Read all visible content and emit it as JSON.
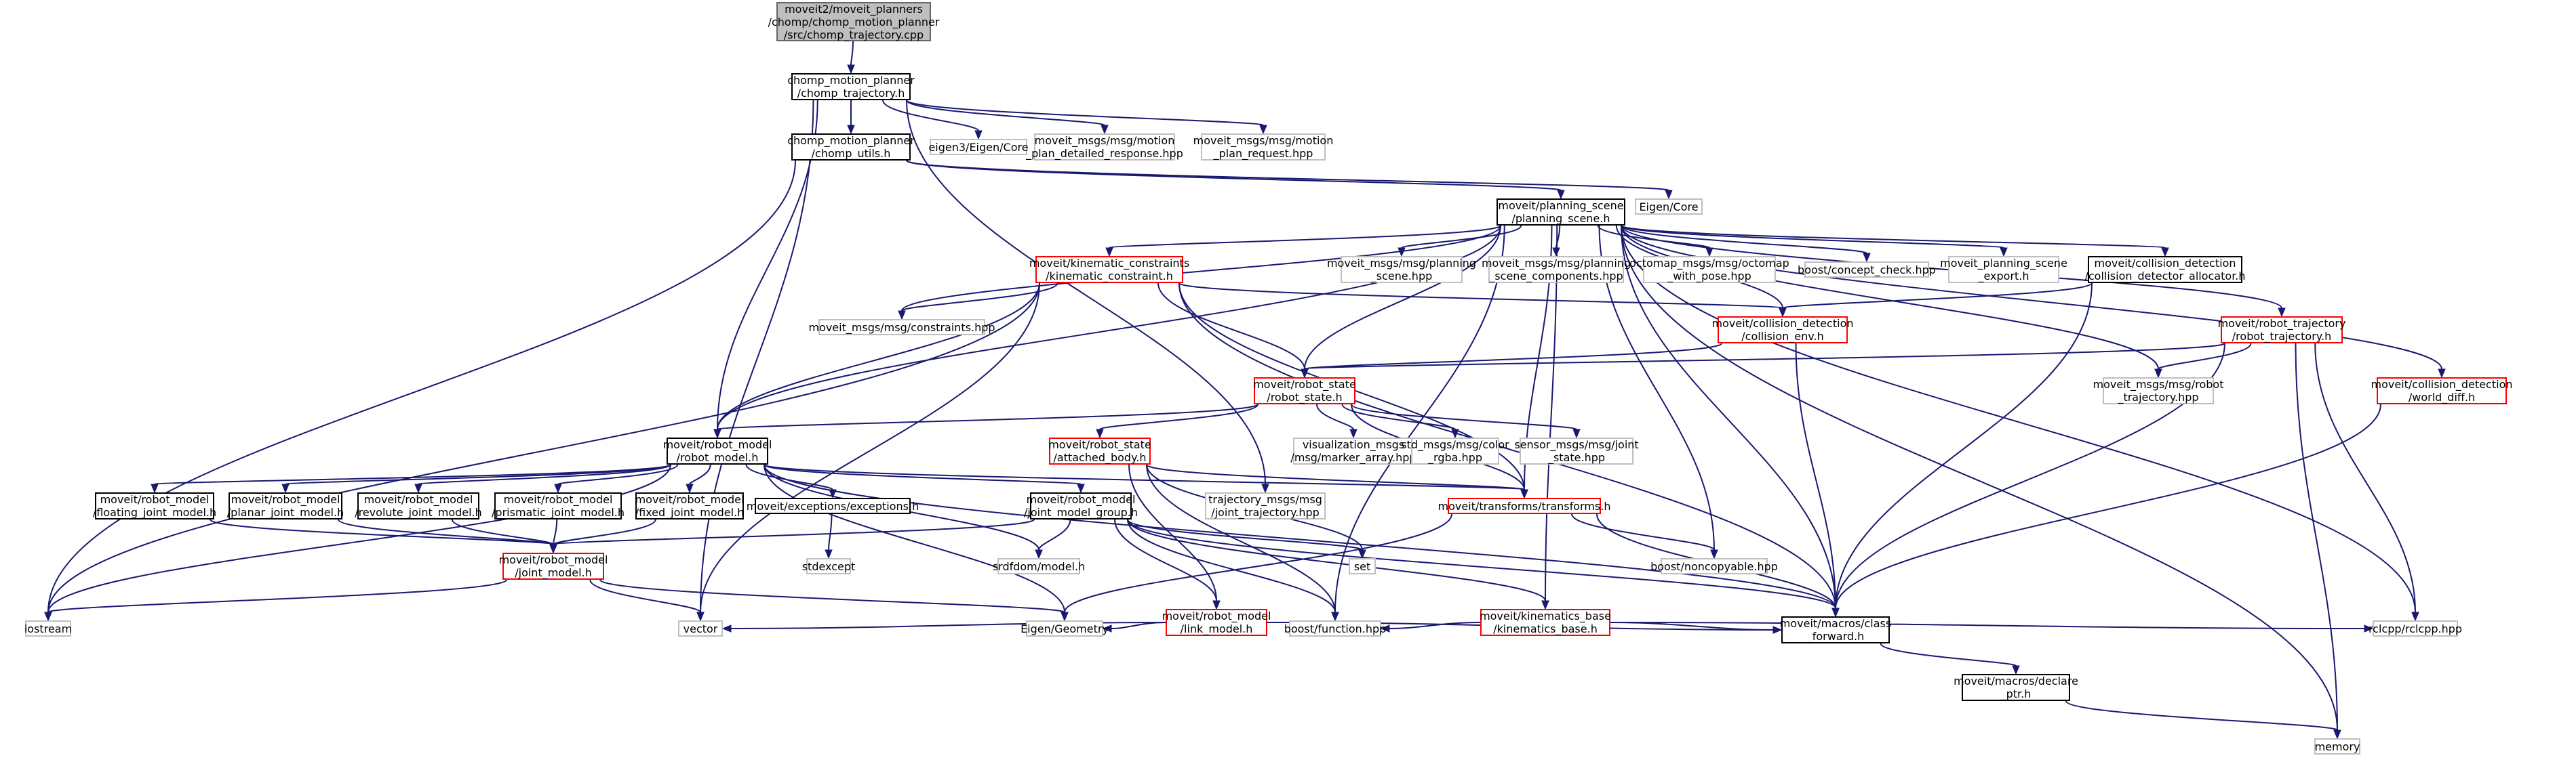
{
  "colors": {
    "edge": "#191970",
    "box_border": "#000000",
    "box_border_incomplete": "#ff0000",
    "box_border_external": "#bfbfbf",
    "root_fill": "#bfbfbf",
    "root_border": "#666666"
  },
  "nodes": {
    "root": {
      "lines": [
        "moveit2/moveit_planners",
        "/chomp/chomp_motion_planner",
        "/src/chomp_trajectory.cpp"
      ],
      "kind": "root"
    },
    "chomp_trajectory": {
      "lines": [
        "chomp_motion_planner",
        "/chomp_trajectory.h"
      ],
      "kind": "black"
    },
    "chomp_utils": {
      "lines": [
        "chomp_motion_planner",
        "/chomp_utils.h"
      ],
      "kind": "black"
    },
    "eigen3_core": {
      "lines": [
        "eigen3/Eigen/Core"
      ],
      "kind": "gray"
    },
    "motion_plan_detailed": {
      "lines": [
        "moveit_msgs/msg/motion",
        "_plan_detailed_response.hpp"
      ],
      "kind": "gray"
    },
    "motion_plan_request": {
      "lines": [
        "moveit_msgs/msg/motion",
        "_plan_request.hpp"
      ],
      "kind": "gray"
    },
    "eigen_core": {
      "lines": [
        "Eigen/Core"
      ],
      "kind": "gray"
    },
    "planning_scene": {
      "lines": [
        "moveit/planning_scene",
        "/planning_scene.h"
      ],
      "kind": "black"
    },
    "kinematic_constraint": {
      "lines": [
        "moveit/kinematic_constraints",
        "/kinematic_constraint.h"
      ],
      "kind": "red"
    },
    "msg_planning_scene": {
      "lines": [
        "moveit_msgs/msg/planning",
        "_scene.hpp"
      ],
      "kind": "gray"
    },
    "msg_planning_scene_components": {
      "lines": [
        "moveit_msgs/msg/planning",
        "_scene_components.hpp"
      ],
      "kind": "gray"
    },
    "octomap_with_pose": {
      "lines": [
        "octomap_msgs/msg/octomap",
        "_with_pose.hpp"
      ],
      "kind": "gray"
    },
    "concept_check": {
      "lines": [
        "boost/concept_check.hpp"
      ],
      "kind": "gray"
    },
    "planning_scene_export": {
      "lines": [
        "moveit_planning_scene",
        "_export.h"
      ],
      "kind": "gray"
    },
    "collision_detector_allocator": {
      "lines": [
        "moveit/collision_detection",
        "/collision_detector_allocator.h"
      ],
      "kind": "black"
    },
    "constraints_hpp": {
      "lines": [
        "moveit_msgs/msg/constraints.hpp"
      ],
      "kind": "gray"
    },
    "collision_env": {
      "lines": [
        "moveit/collision_detection",
        "/collision_env.h"
      ],
      "kind": "red"
    },
    "robot_trajectory": {
      "lines": [
        "moveit/robot_trajectory",
        "/robot_trajectory.h"
      ],
      "kind": "red"
    },
    "world_diff": {
      "lines": [
        "moveit/collision_detection",
        "/world_diff.h"
      ],
      "kind": "red"
    },
    "robot_state": {
      "lines": [
        "moveit/robot_state",
        "/robot_state.h"
      ],
      "kind": "red"
    },
    "msg_robot_trajectory": {
      "lines": [
        "moveit_msgs/msg/robot",
        "_trajectory.hpp"
      ],
      "kind": "gray"
    },
    "robot_model": {
      "lines": [
        "moveit/robot_model",
        "/robot_model.h"
      ],
      "kind": "black"
    },
    "attached_body": {
      "lines": [
        "moveit/robot_state",
        "/attached_body.h"
      ],
      "kind": "red"
    },
    "marker_array": {
      "lines": [
        "visualization_msgs",
        "/msg/marker_array.hpp"
      ],
      "kind": "gray"
    },
    "color_rgba": {
      "lines": [
        "std_msgs/msg/color",
        "_rgba.hpp"
      ],
      "kind": "gray"
    },
    "joint_state": {
      "lines": [
        "sensor_msgs/msg/joint",
        "_state.hpp"
      ],
      "kind": "gray"
    },
    "floating_joint": {
      "lines": [
        "moveit/robot_model",
        "/floating_joint_model.h"
      ],
      "kind": "black"
    },
    "planar_joint": {
      "lines": [
        "moveit/robot_model",
        "/planar_joint_model.h"
      ],
      "kind": "black"
    },
    "revolute_joint": {
      "lines": [
        "moveit/robot_model",
        "/revolute_joint_model.h"
      ],
      "kind": "black"
    },
    "prismatic_joint": {
      "lines": [
        "moveit/robot_model",
        "/prismatic_joint_model.h"
      ],
      "kind": "black"
    },
    "fixed_joint": {
      "lines": [
        "moveit/robot_model",
        "/fixed_joint_model.h"
      ],
      "kind": "black"
    },
    "exceptions": {
      "lines": [
        "moveit/exceptions/exceptions.h"
      ],
      "kind": "black"
    },
    "joint_model_group": {
      "lines": [
        "moveit/robot_model",
        "/joint_model_group.h"
      ],
      "kind": "black"
    },
    "joint_trajectory": {
      "lines": [
        "trajectory_msgs/msg",
        "/joint_trajectory.hpp"
      ],
      "kind": "gray"
    },
    "transforms": {
      "lines": [
        "moveit/transforms/transforms.h"
      ],
      "kind": "red"
    },
    "stdexcept": {
      "lines": [
        "stdexcept"
      ],
      "kind": "gray"
    },
    "joint_model": {
      "lines": [
        "moveit/robot_model",
        "/joint_model.h"
      ],
      "kind": "red"
    },
    "srdfdom_model": {
      "lines": [
        "srdfdom/model.h"
      ],
      "kind": "gray"
    },
    "set": {
      "lines": [
        "set"
      ],
      "kind": "gray"
    },
    "link_model": {
      "lines": [
        "moveit/robot_model",
        "/link_model.h"
      ],
      "kind": "red"
    },
    "kinematics_base": {
      "lines": [
        "moveit/kinematics_base",
        "/kinematics_base.h"
      ],
      "kind": "red"
    },
    "noncopyable": {
      "lines": [
        "boost/noncopyable.hpp"
      ],
      "kind": "gray"
    },
    "iostream": {
      "lines": [
        "iostream"
      ],
      "kind": "gray"
    },
    "vector": {
      "lines": [
        "vector"
      ],
      "kind": "gray"
    },
    "eigen_geometry": {
      "lines": [
        "Eigen/Geometry"
      ],
      "kind": "gray"
    },
    "boost_function": {
      "lines": [
        "boost/function.hpp"
      ],
      "kind": "gray"
    },
    "class_forward": {
      "lines": [
        "moveit/macros/class",
        "_forward.h"
      ],
      "kind": "black"
    },
    "rclcpp": {
      "lines": [
        "rclcpp/rclcpp.hpp"
      ],
      "kind": "gray"
    },
    "declare_ptr": {
      "lines": [
        "moveit/macros/declare",
        "_ptr.h"
      ],
      "kind": "black"
    },
    "memory": {
      "lines": [
        "memory"
      ],
      "kind": "gray"
    }
  }
}
